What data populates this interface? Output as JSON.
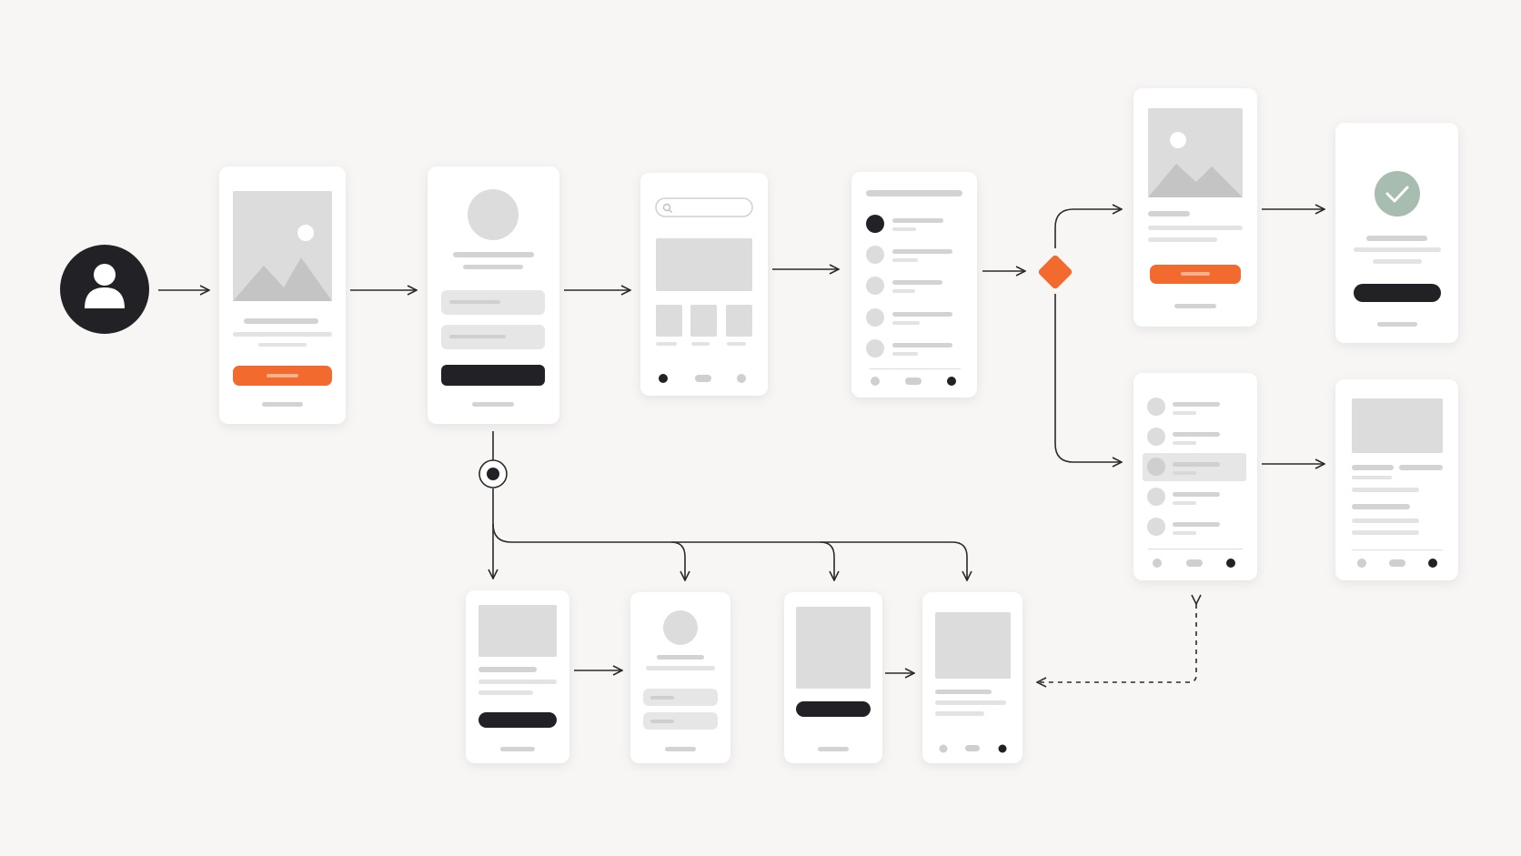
{
  "colors": {
    "background": "#f8f6f5",
    "card": "#ffffff",
    "placeholder": "#dcdcdc",
    "line_gray": "#d3d3d3",
    "dark": "#222226",
    "accent": "#f26a2e",
    "success": "#a7bdb0",
    "arrow": "#2a2a2a"
  },
  "diagram": {
    "start_node": {
      "icon": "user-icon"
    },
    "decision_node": {
      "icon": "diamond-icon"
    },
    "branch_node": {
      "icon": "target-icon"
    },
    "success_icon": "checkmark-icon",
    "screens": [
      "onboarding-screen",
      "login-screen",
      "search-screen",
      "list-screen",
      "detail-screen",
      "success-screen",
      "selection-list-screen",
      "result-screen",
      "sub-card-screen",
      "sub-profile-screen",
      "sub-media-screen",
      "sub-content-screen"
    ]
  }
}
